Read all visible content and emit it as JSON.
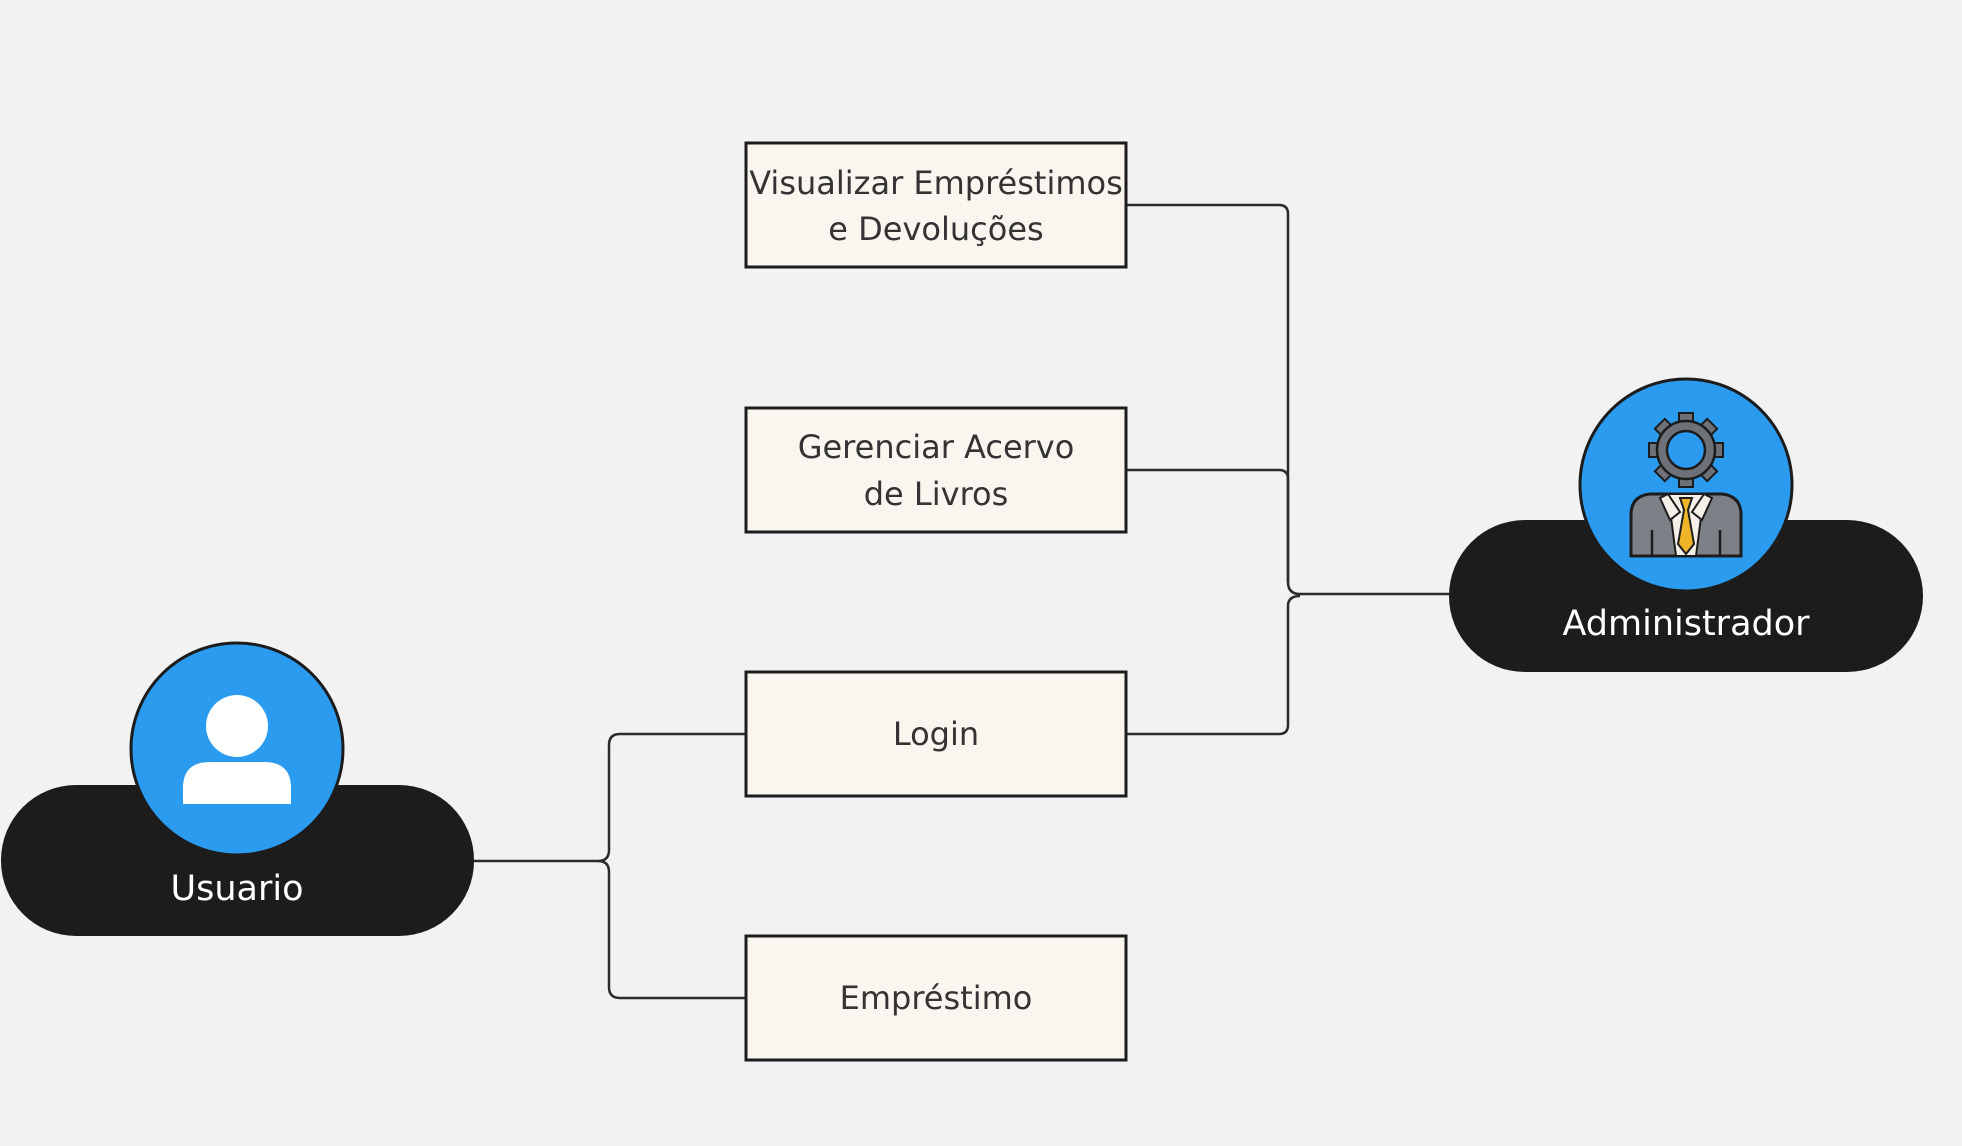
{
  "use_cases": {
    "visualizar": {
      "line1": "Visualizar Empréstimos",
      "line2": "e Devoluções"
    },
    "gerenciar": {
      "line1": "Gerenciar Acervo",
      "line2": "de Livros"
    },
    "login": {
      "label": "Login"
    },
    "emprestimo": {
      "label": "Empréstimo"
    }
  },
  "actors": {
    "usuario": {
      "label": "Usuario",
      "icon": "user-icon"
    },
    "administrador": {
      "label": "Administrador",
      "icon": "administrator-gear-icon"
    }
  },
  "colors": {
    "background": "#f2f2f2",
    "actor_circle": "#2b9bf0",
    "actor_pill": "#1c1c1c",
    "box_fill": "#faf6ef",
    "tie": "#f0b429"
  }
}
